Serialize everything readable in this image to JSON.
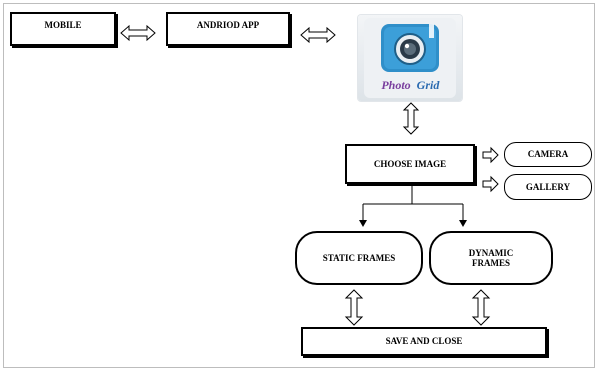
{
  "nodes": {
    "mobile": "MOBILE",
    "android_app": "ANDRIOD APP",
    "choose_image": "CHOOSE IMAGE",
    "camera": "CAMERA",
    "gallery": "GALLERY",
    "static_frames": "STATIC FRAMES",
    "dynamic_frames_line1": "DYNAMIC",
    "dynamic_frames_line2": "FRAMES",
    "save_and_close": "SAVE AND CLOSE"
  },
  "app_icon": {
    "icon": "photo-grid-camera-icon",
    "wordmark_1": "Photo",
    "wordmark_2": "Grid",
    "colors": {
      "accent": "#2f8fc9",
      "wordmark_1": "#7a3f9e",
      "wordmark_2": "#2a6ab0",
      "background": "#eef1f4"
    }
  },
  "connectors": {
    "double_arrow": "hollow-double-arrow",
    "single_arrow": "hollow-right-arrow",
    "branch_arrow": "thin-down-arrow"
  }
}
